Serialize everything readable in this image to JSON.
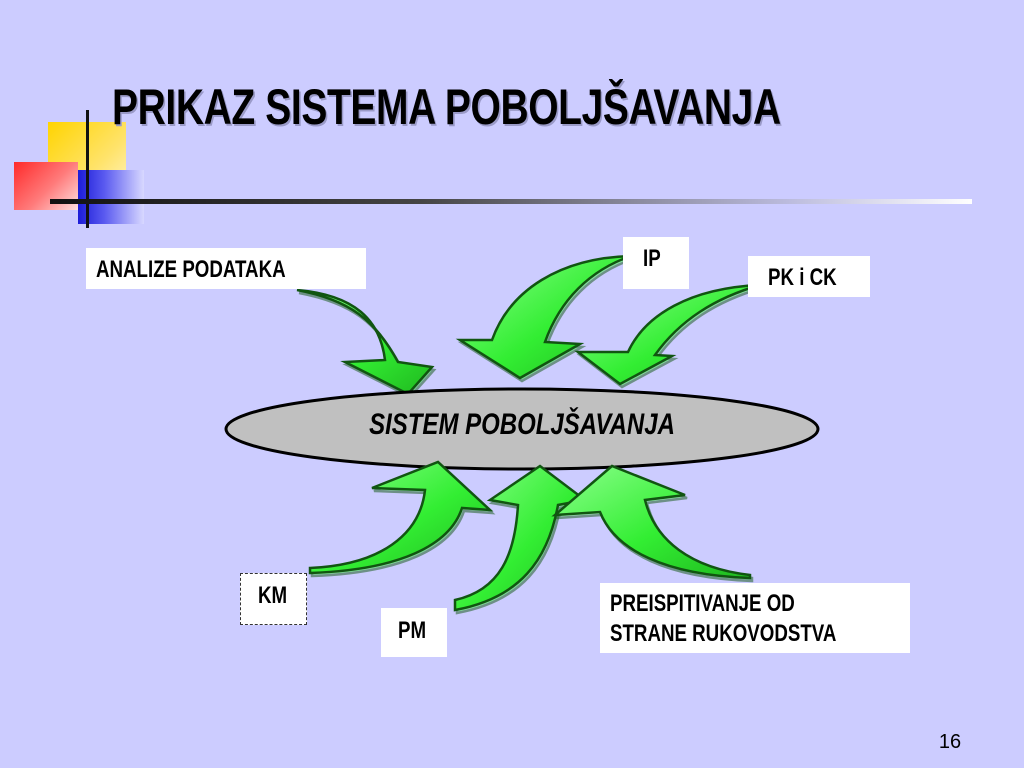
{
  "slide": {
    "title": "PRIKAZ SISTEMA POBOLJŠAVANJA",
    "page_number": "16"
  },
  "diagram": {
    "center": "SISTEM POBOLJŠAVANJA",
    "inputs": {
      "analize": "ANALIZE PODATAKA",
      "ip": "IP",
      "pkck": "PK i CK",
      "km": "KM",
      "pm": "PM",
      "preispitivanje_line1": "PREISPITIVANJE OD",
      "preispitivanje_line2": "STRANE RUKOVODSTVA"
    },
    "colors": {
      "background": "#ccccff",
      "arrow_fill": "#33ee33",
      "arrow_stroke": "#115511",
      "ellipse_fill": "#c0c0c0"
    }
  }
}
